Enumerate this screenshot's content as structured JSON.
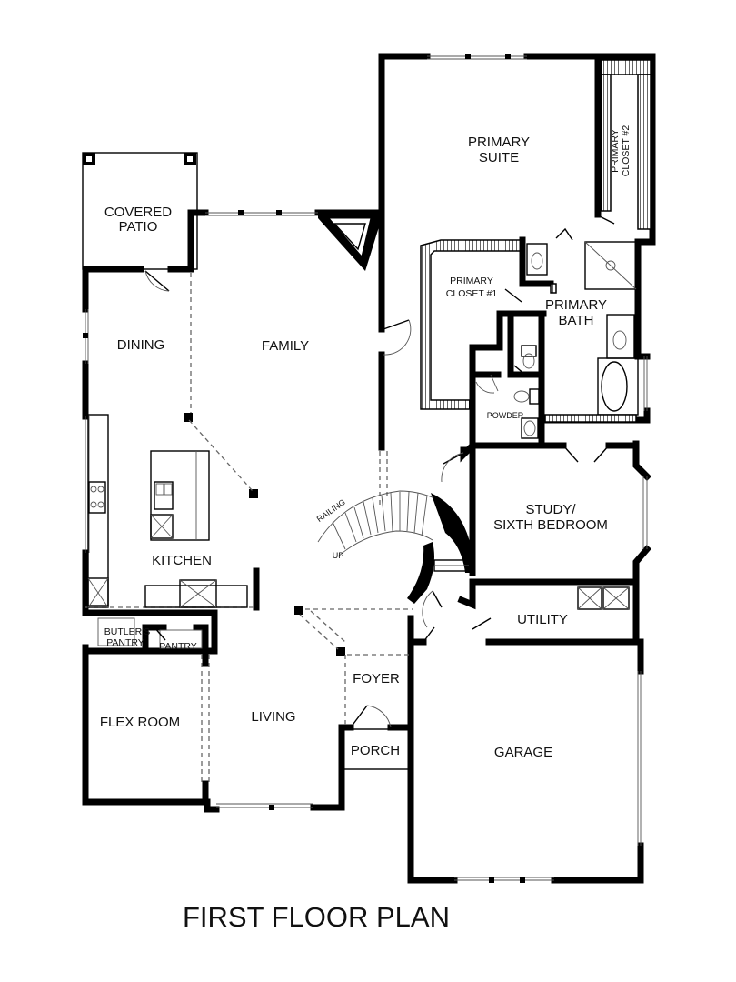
{
  "title": "FIRST FLOOR PLAN",
  "rooms": {
    "covered_patio": [
      "COVERED",
      "PATIO"
    ],
    "dining": "DINING",
    "family": "FAMILY",
    "kitchen": "KITCHEN",
    "butlers_pantry": [
      "BUTLER'S",
      "PANTRY"
    ],
    "pantry": "PANTRY",
    "flex_room": "FLEX ROOM",
    "living": "LIVING",
    "foyer": "FOYER",
    "porch": "PORCH",
    "garage": "GARAGE",
    "primary_suite": [
      "PRIMARY",
      "SUITE"
    ],
    "primary_closet_2": [
      "PRIMARY",
      "CLOSET #2"
    ],
    "primary_closet_1": [
      "PRIMARY",
      "CLOSET #1"
    ],
    "primary_bath": [
      "PRIMARY",
      "BATH"
    ],
    "powder": "POWDER",
    "study": [
      "STUDY/",
      "SIXTH BEDROOM"
    ],
    "utility": "UTILITY"
  },
  "stair": {
    "railing": "RAILING",
    "up": "UP"
  }
}
